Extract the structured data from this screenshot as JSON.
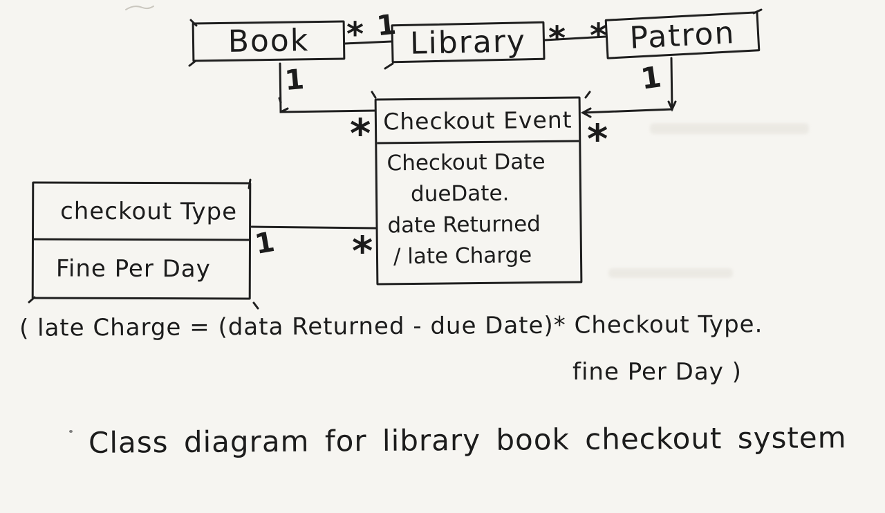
{
  "colors": {
    "paper": "#f6f5f1",
    "ink": "#1c1c1c"
  },
  "classes": {
    "book": {
      "name": "Book"
    },
    "library": {
      "name": "Library"
    },
    "patron": {
      "name": "Patron"
    },
    "checkout_event": {
      "name": "Checkout Event",
      "attributes": [
        "Checkout Date",
        "dueDate.",
        "date Returned",
        "/ late Charge"
      ]
    },
    "checkout_type": {
      "fields": [
        "checkout Type",
        "Fine Per Day"
      ]
    }
  },
  "multiplicities": {
    "book_right_star": "*",
    "library_left_one": "1",
    "library_right_star": "*",
    "patron_left_star": "*",
    "book_bottom_one": "1",
    "patron_bottom_one": "1",
    "event_left_star": "*",
    "event_right_star": "*",
    "type_right_one": "1",
    "event_mid_star": "*"
  },
  "formula": {
    "line1": "( late Charge = (data Returned - due Date)* Checkout Type.",
    "line2": "fine Per Day )"
  },
  "caption": "Class diagram for library book checkout system"
}
